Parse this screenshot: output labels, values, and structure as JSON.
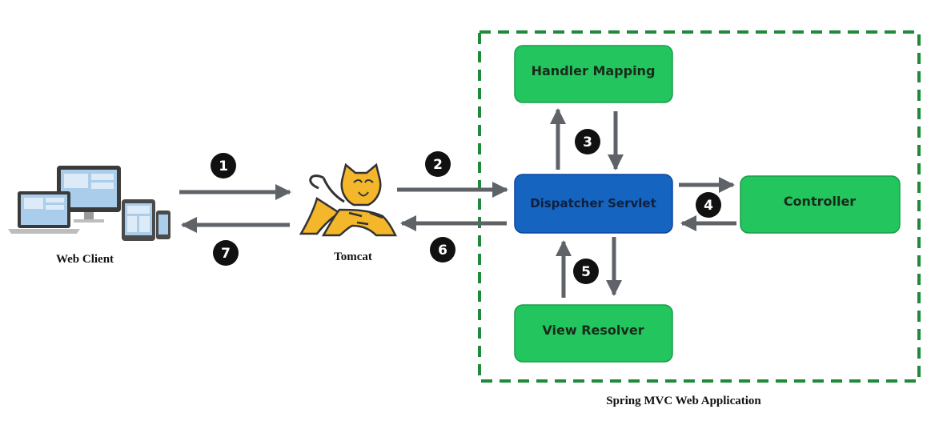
{
  "web_client": {
    "label": "Web Client"
  },
  "tomcat": {
    "label": "Tomcat"
  },
  "app_frame": {
    "label": "Spring MVC Web Application"
  },
  "boxes": {
    "handler_mapping": "Handler Mapping",
    "dispatcher": "Dispatcher Servlet",
    "controller": "Controller",
    "view_resolver": "View Resolver"
  },
  "steps": {
    "s1": "1",
    "s2": "2",
    "s3": "3",
    "s4": "4",
    "s5": "5",
    "s6": "6",
    "s7": "7"
  },
  "colors": {
    "green_box": "#22c55e",
    "dispatcher_blue": "#1565c0",
    "frame_dash": "#1e8a3a",
    "arrow": "#5f6368",
    "badge": "#111111",
    "cat_body": "#f4b62a"
  }
}
